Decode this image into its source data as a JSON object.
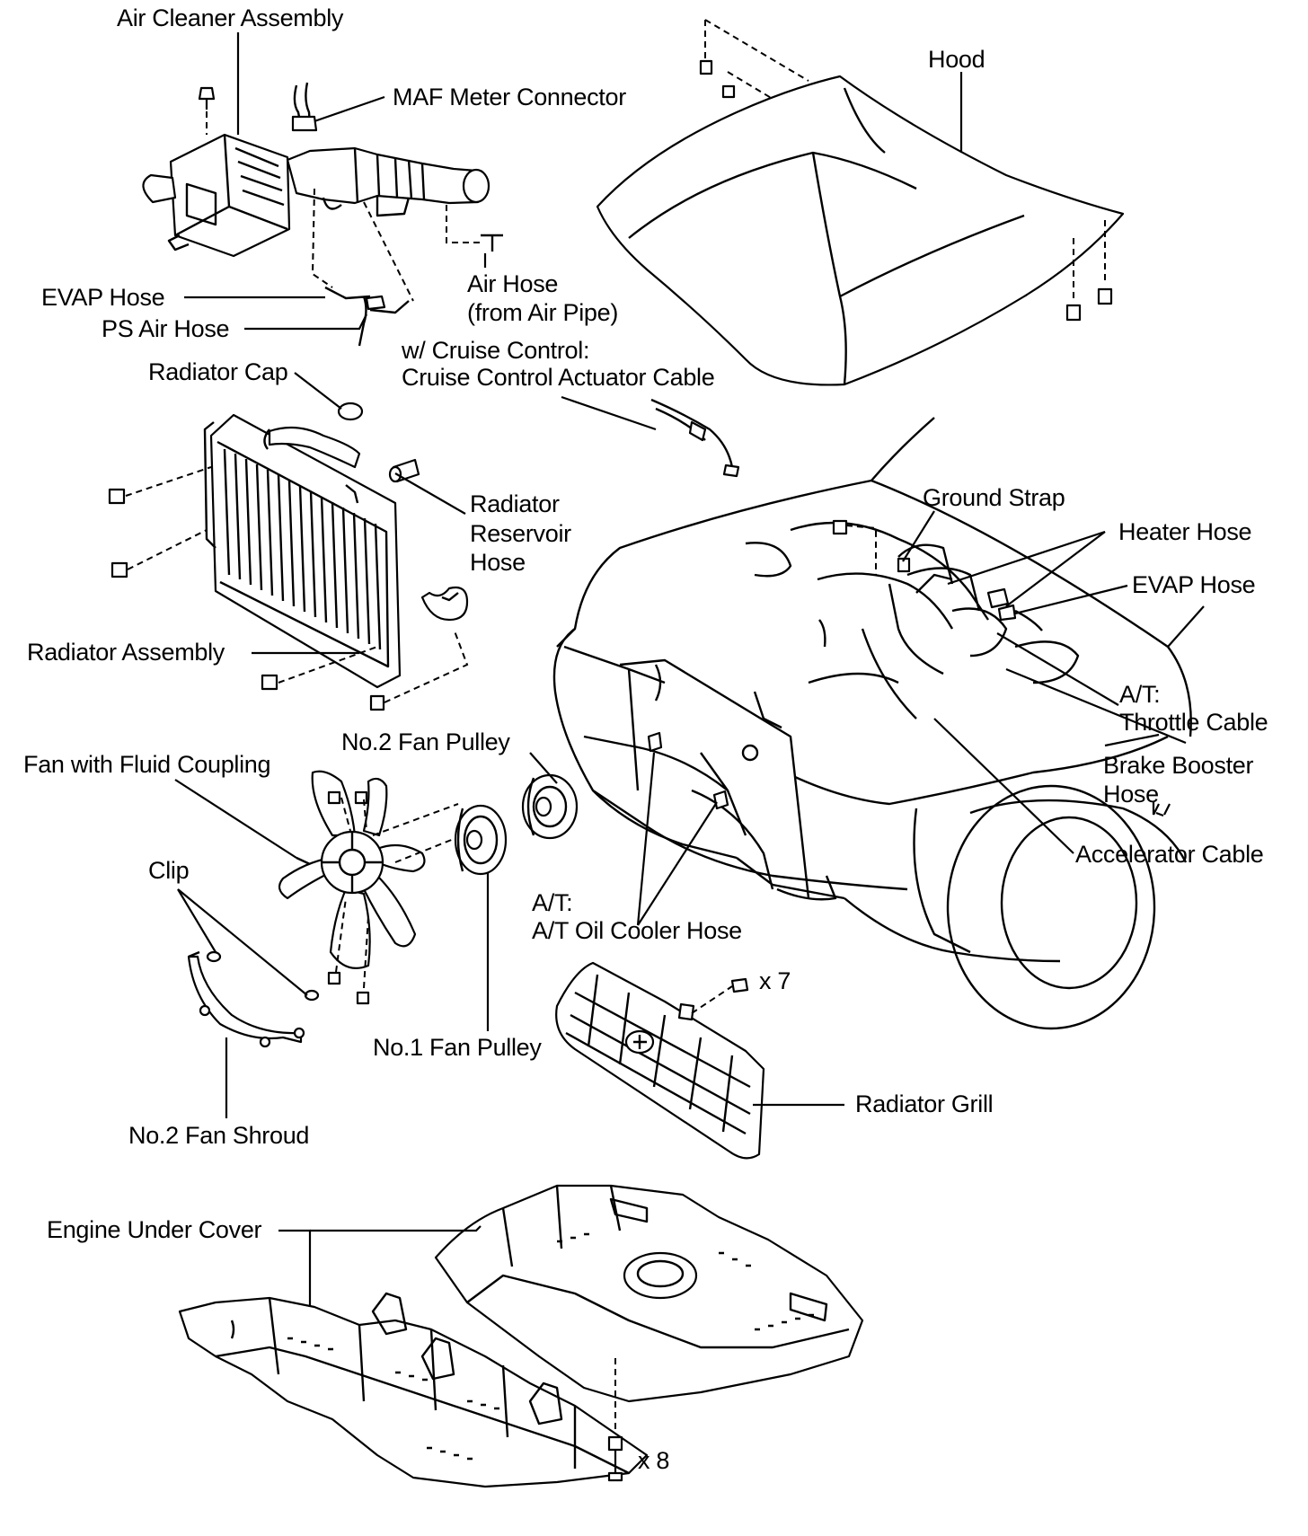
{
  "labels": {
    "air_cleaner_assembly": "Air Cleaner Assembly",
    "maf_meter_connector": "MAF Meter Connector",
    "hood": "Hood",
    "evap_hose_left": "EVAP Hose",
    "ps_air_hose": "PS Air Hose",
    "air_hose": "Air Hose",
    "air_hose_from": "(from Air Pipe)",
    "cruise_control_1": "w/ Cruise Control:",
    "cruise_control_2": "Cruise Control Actuator Cable",
    "radiator_cap": "Radiator Cap",
    "radiator_reservoir_hose_1": "Radiator",
    "radiator_reservoir_hose_2": "Reservoir",
    "radiator_reservoir_hose_3": "Hose",
    "ground_strap": "Ground Strap",
    "heater_hose": "Heater Hose",
    "evap_hose_right": "EVAP Hose",
    "radiator_assembly": "Radiator Assembly",
    "at_throttle_1": "A/T:",
    "at_throttle_2": "Throttle Cable",
    "no2_fan_pulley": "No.2 Fan Pulley",
    "fan_with_fluid_coupling": "Fan with Fluid Coupling",
    "brake_booster_1": "Brake Booster",
    "brake_booster_2": "Hose",
    "accelerator_cable": "Accelerator Cable",
    "clip": "Clip",
    "at_oil_cooler_1": "A/T:",
    "at_oil_cooler_2": "A/T Oil Cooler Hose",
    "x7": "x 7",
    "no1_fan_pulley": "No.1 Fan Pulley",
    "radiator_grill": "Radiator Grill",
    "no2_fan_shroud": "No.2 Fan Shroud",
    "engine_under_cover": "Engine Under Cover",
    "x8": "x 8"
  }
}
